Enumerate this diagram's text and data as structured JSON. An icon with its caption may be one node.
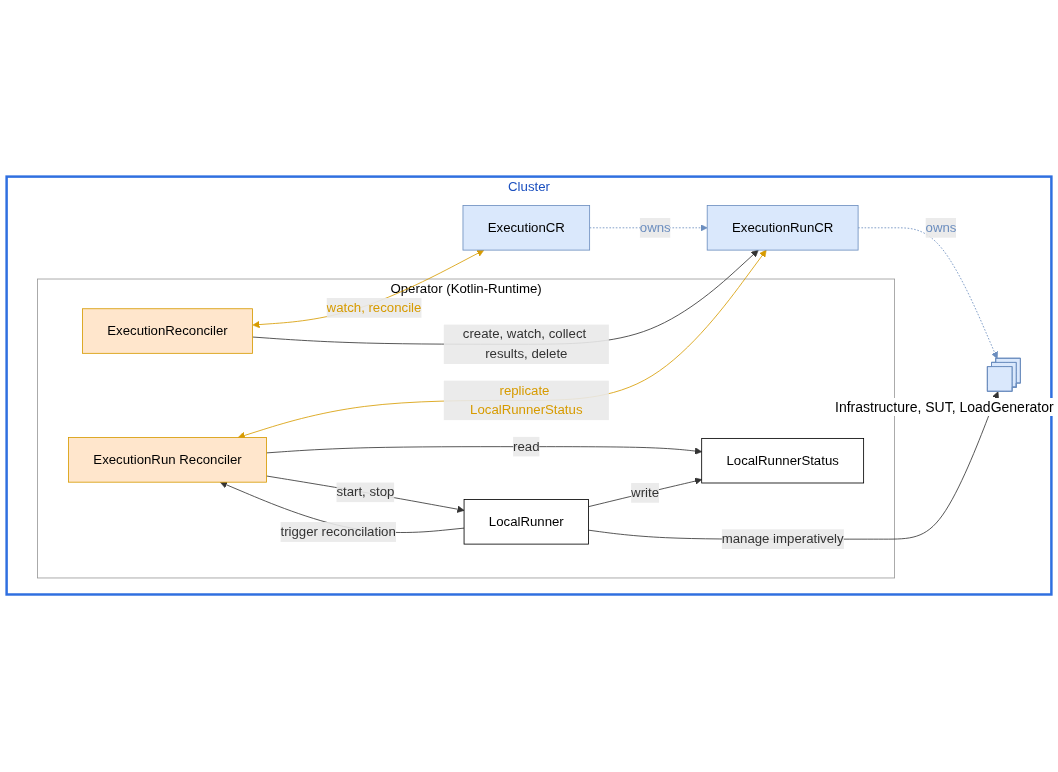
{
  "diagram": {
    "nodes": [
      {
        "text": [
          "Cluster"
        ]
      },
      {
        "text": [
          "Operator (Kotlin-Runtime)"
        ],
        "in": 0
      },
      {
        "text": [
          "ExecutionReconciler"
        ],
        "in": 1
      },
      {
        "text": [
          "ExecutionCR"
        ],
        "in": 0
      },
      {
        "text": [
          "ExecutionRun Reconciler"
        ],
        "in": 1
      },
      {
        "text": [
          "ExecutionRunCR"
        ],
        "in": 0
      },
      {
        "text": [
          "LocalRunnerStatus"
        ],
        "in": 1
      },
      {
        "text": [
          "LocalRunner"
        ],
        "in": 1
      },
      {
        "text": [],
        "shape": "box",
        "beside": [
          "Infrastructure, SUT, LoadGenerator"
        ],
        "in": 0
      }
    ],
    "edges": [
      {
        "from": 2,
        "to": 3,
        "arrow": "both",
        "label": "watch, reconcile",
        "color": "#d79b00"
      },
      {
        "from": 2,
        "to": 5,
        "arrow": "to",
        "label": "create, watch, collect results, delete"
      },
      {
        "from": 3,
        "to": 5,
        "arrow": "to",
        "label": "owns",
        "style": "dashed",
        "color": "#6c8ebf"
      },
      {
        "from": 4,
        "to": 5,
        "arrow": "both",
        "label": "replicate LocalRunnerStatus",
        "color": "#d79b00"
      },
      {
        "from": 4,
        "to": 6,
        "arrow": "to",
        "label": "read"
      },
      {
        "from": 4,
        "to": 7,
        "arrow": "to",
        "label": "start, stop"
      },
      {
        "from": 7,
        "to": 4,
        "arrow": "to",
        "label": "trigger reconcilation"
      },
      {
        "from": 7,
        "to": 6,
        "arrow": "to",
        "label": "write"
      },
      {
        "from": 5,
        "to": 8,
        "arrow": "to",
        "label": "owns",
        "style": "dashed",
        "color": "#6c8ebf"
      },
      {
        "from": 7,
        "to": 8,
        "arrow": "to",
        "label": "manage imperatively"
      }
    ]
  }
}
